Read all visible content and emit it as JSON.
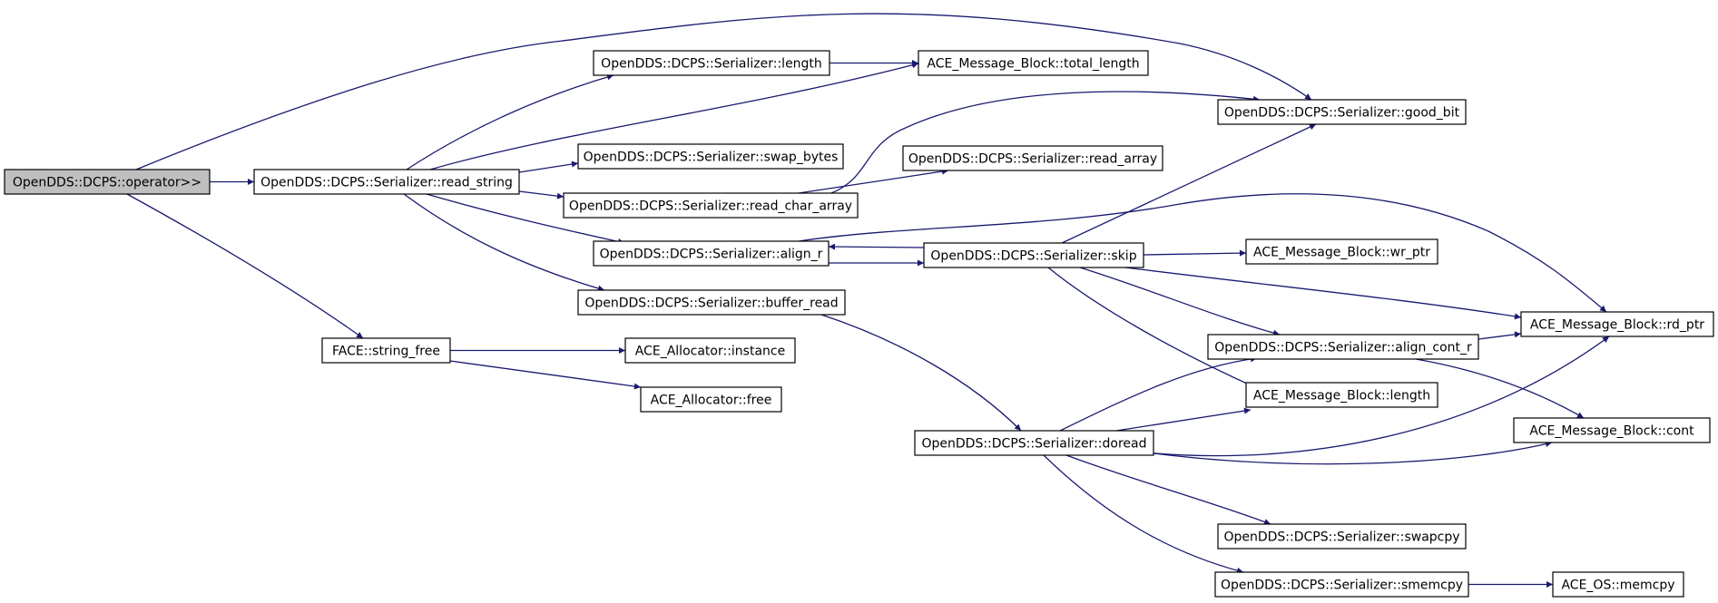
{
  "nodes": [
    {
      "id": "root",
      "label": "OpenDDS::DCPS::operator>>",
      "root": true
    },
    {
      "id": "read_string",
      "label": "OpenDDS::DCPS::Serializer::read_string"
    },
    {
      "id": "string_free",
      "label": "FACE::string_free"
    },
    {
      "id": "ser_length",
      "label": "OpenDDS::DCPS::Serializer::length"
    },
    {
      "id": "swap_bytes",
      "label": "OpenDDS::DCPS::Serializer::swap_bytes"
    },
    {
      "id": "read_char_array",
      "label": "OpenDDS::DCPS::Serializer::read_char_array"
    },
    {
      "id": "align_r",
      "label": "OpenDDS::DCPS::Serializer::align_r"
    },
    {
      "id": "buffer_read",
      "label": "OpenDDS::DCPS::Serializer::buffer_read"
    },
    {
      "id": "alloc_instance",
      "label": "ACE_Allocator::instance"
    },
    {
      "id": "alloc_free",
      "label": "ACE_Allocator::free"
    },
    {
      "id": "total_length",
      "label": "ACE_Message_Block::total_length"
    },
    {
      "id": "read_array",
      "label": "OpenDDS::DCPS::Serializer::read_array"
    },
    {
      "id": "skip",
      "label": "OpenDDS::DCPS::Serializer::skip"
    },
    {
      "id": "doread",
      "label": "OpenDDS::DCPS::Serializer::doread"
    },
    {
      "id": "good_bit",
      "label": "OpenDDS::DCPS::Serializer::good_bit"
    },
    {
      "id": "wr_ptr",
      "label": "ACE_Message_Block::wr_ptr"
    },
    {
      "id": "align_cont_r",
      "label": "OpenDDS::DCPS::Serializer::align_cont_r"
    },
    {
      "id": "mb_length",
      "label": "ACE_Message_Block::length"
    },
    {
      "id": "swapcpy",
      "label": "OpenDDS::DCPS::Serializer::swapcpy"
    },
    {
      "id": "smemcpy",
      "label": "OpenDDS::DCPS::Serializer::smemcpy"
    },
    {
      "id": "rd_ptr",
      "label": "ACE_Message_Block::rd_ptr"
    },
    {
      "id": "cont",
      "label": "ACE_Message_Block::cont"
    },
    {
      "id": "memcpy",
      "label": "ACE_OS::memcpy"
    }
  ],
  "edges": [
    [
      "root",
      "read_string"
    ],
    [
      "root",
      "good_bit"
    ],
    [
      "root",
      "string_free"
    ],
    [
      "read_string",
      "ser_length"
    ],
    [
      "read_string",
      "total_length"
    ],
    [
      "read_string",
      "swap_bytes"
    ],
    [
      "read_string",
      "read_char_array"
    ],
    [
      "read_string",
      "align_r"
    ],
    [
      "read_string",
      "buffer_read"
    ],
    [
      "ser_length",
      "total_length"
    ],
    [
      "read_char_array",
      "good_bit"
    ],
    [
      "read_char_array",
      "read_array"
    ],
    [
      "align_r",
      "rd_ptr"
    ],
    [
      "align_r",
      "skip"
    ],
    [
      "skip",
      "align_r"
    ],
    [
      "skip",
      "good_bit"
    ],
    [
      "skip",
      "wr_ptr"
    ],
    [
      "skip",
      "rd_ptr"
    ],
    [
      "skip",
      "align_cont_r"
    ],
    [
      "skip",
      "mb_length"
    ],
    [
      "buffer_read",
      "doread"
    ],
    [
      "string_free",
      "alloc_instance"
    ],
    [
      "string_free",
      "alloc_free"
    ],
    [
      "doread",
      "align_cont_r"
    ],
    [
      "doread",
      "mb_length"
    ],
    [
      "doread",
      "rd_ptr"
    ],
    [
      "doread",
      "cont"
    ],
    [
      "doread",
      "swapcpy"
    ],
    [
      "doread",
      "smemcpy"
    ],
    [
      "align_cont_r",
      "rd_ptr"
    ],
    [
      "align_cont_r",
      "cont"
    ],
    [
      "smemcpy",
      "memcpy"
    ]
  ]
}
